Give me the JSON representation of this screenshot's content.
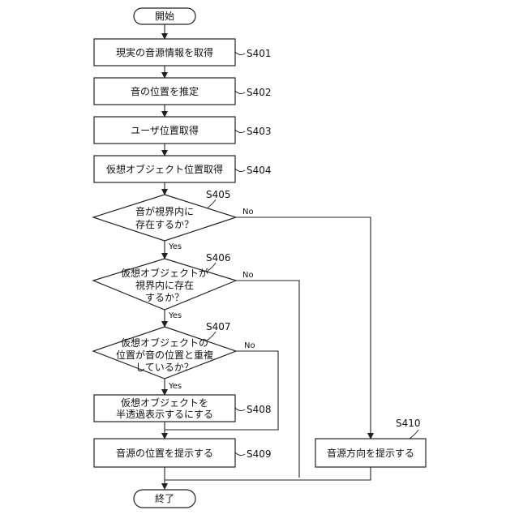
{
  "start": "開始",
  "end": "終了",
  "steps": {
    "s401": {
      "id": "S401",
      "text": "現実の音源情報を取得"
    },
    "s402": {
      "id": "S402",
      "text": "音の位置を推定"
    },
    "s403": {
      "id": "S403",
      "text": "ユーザ位置取得"
    },
    "s404": {
      "id": "S404",
      "text": "仮想オブジェクト位置取得"
    },
    "s408": {
      "id": "S408",
      "line1": "仮想オブジェクトを",
      "line2": "半透過表示するにする"
    },
    "s409": {
      "id": "S409",
      "text": "音源の位置を提示する"
    },
    "s410": {
      "id": "S410",
      "text": "音源方向を提示する"
    }
  },
  "decisions": {
    "s405": {
      "id": "S405",
      "line1": "音が視界内に",
      "line2": "存在するか？"
    },
    "s406": {
      "id": "S406",
      "line1": "仮想オブジェクトが",
      "line2": "視界内に存在",
      "line3": "するか？"
    },
    "s407": {
      "id": "S407",
      "line1": "仮想オブジェクトの",
      "line2": "位置が音の位置と重複",
      "line3": "しているか？"
    }
  },
  "branches": {
    "yes": "Yes",
    "no": "No"
  }
}
